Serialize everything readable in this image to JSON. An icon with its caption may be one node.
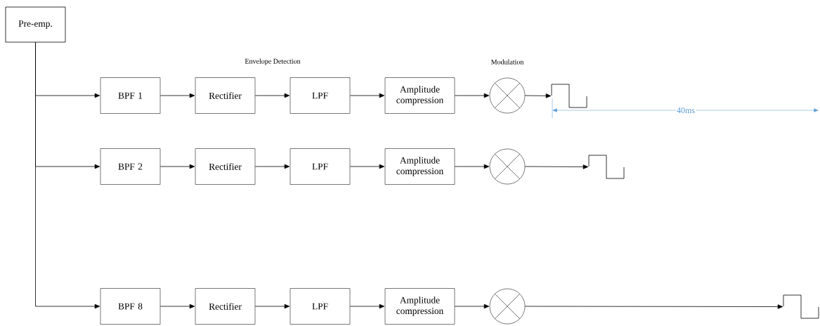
{
  "diagram": {
    "nodes": [
      {
        "text": [
          "Pre-emp."
        ]
      },
      {
        "text": [
          "BPF 1"
        ]
      },
      {
        "text": [
          "Rectifier"
        ]
      },
      {
        "text": [
          "LPF"
        ]
      },
      {
        "text": [
          "Amplitude compression"
        ]
      },
      {
        "text": [],
        "shape": "circle"
      },
      {
        "text": [],
        "shape": "waveform"
      },
      {
        "text": [
          "BPF 2"
        ]
      },
      {
        "text": [
          "Rectifier"
        ]
      },
      {
        "text": [
          "LPF"
        ]
      },
      {
        "text": [
          "Amplitude compression"
        ]
      },
      {
        "text": [],
        "shape": "circle"
      },
      {
        "text": [],
        "shape": "waveform"
      },
      {
        "text": [
          "BPF 8"
        ]
      },
      {
        "text": [
          "Rectifier"
        ]
      },
      {
        "text": [
          "LPF"
        ]
      },
      {
        "text": [
          "Amplitude compression"
        ]
      },
      {
        "text": [],
        "shape": "circle"
      },
      {
        "text": [],
        "shape": "waveform"
      }
    ],
    "edges": [
      {
        "from": 0,
        "to": 1,
        "arrow": "to"
      },
      {
        "from": 0,
        "to": 7,
        "arrow": "to"
      },
      {
        "from": 0,
        "to": 13,
        "arrow": "to"
      },
      {
        "from": 1,
        "to": 2,
        "arrow": "to"
      },
      {
        "from": 2,
        "to": 3,
        "arrow": "to"
      },
      {
        "from": 3,
        "to": 4,
        "arrow": "to"
      },
      {
        "from": 4,
        "to": 5,
        "arrow": "to"
      },
      {
        "from": 5,
        "to": 6,
        "arrow": "to"
      },
      {
        "from": 7,
        "to": 8,
        "arrow": "to"
      },
      {
        "from": 8,
        "to": 9,
        "arrow": "to"
      },
      {
        "from": 9,
        "to": 10,
        "arrow": "to"
      },
      {
        "from": 10,
        "to": 11,
        "arrow": "to"
      },
      {
        "from": 11,
        "to": 12,
        "arrow": "to"
      },
      {
        "from": 13,
        "to": 14,
        "arrow": "to"
      },
      {
        "from": 14,
        "to": 15,
        "arrow": "to"
      },
      {
        "from": 15,
        "to": 16,
        "arrow": "to"
      },
      {
        "from": 16,
        "to": 17,
        "arrow": "to"
      },
      {
        "from": 17,
        "to": 18,
        "arrow": "to"
      }
    ],
    "labels": [
      "Envelope Detection",
      "Modulation",
      "40ms"
    ]
  }
}
